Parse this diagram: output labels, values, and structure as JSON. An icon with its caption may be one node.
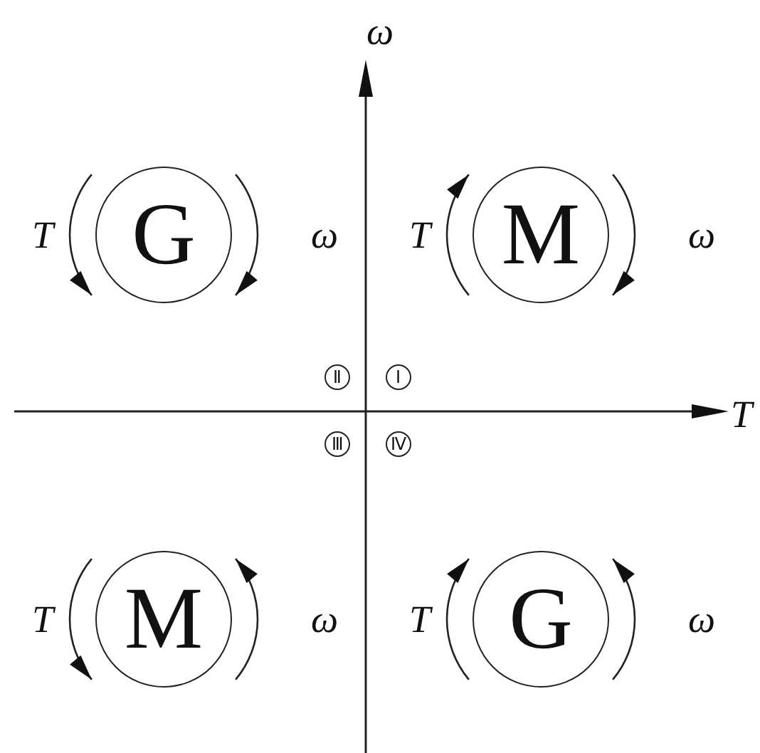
{
  "diagram": {
    "nodes": [
      {
        "text": [
          "G"
        ],
        "beside": [
          "T",
          "ω"
        ]
      },
      {
        "text": [
          "M"
        ],
        "beside": [
          "T",
          "ω"
        ]
      },
      {
        "text": [
          "Ⅱ"
        ]
      },
      {
        "text": [
          "Ⅰ"
        ]
      },
      {
        "text": [
          "Ⅲ"
        ]
      },
      {
        "text": [
          "Ⅳ"
        ]
      },
      {
        "text": [
          "M"
        ],
        "beside": [
          "T",
          "ω"
        ]
      },
      {
        "text": [
          "G"
        ],
        "beside": [
          "T",
          "ω"
        ]
      }
    ],
    "labels": [
      "ω",
      "T"
    ]
  }
}
